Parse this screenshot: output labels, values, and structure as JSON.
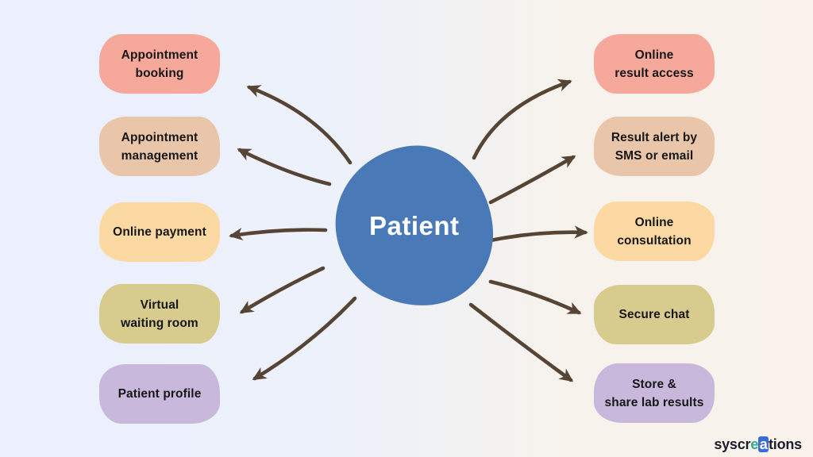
{
  "background": {
    "left_color": "#EBF0FC",
    "right_color": "#F9F3EC"
  },
  "center": {
    "label": "Patient",
    "color": "#4A79B8",
    "text_color": "#FFFFFF"
  },
  "arrows": {
    "color": "#564434"
  },
  "left_items": [
    {
      "label": "Appointment\nbooking",
      "color": "#F6A89B"
    },
    {
      "label": "Appointment\nmanagement",
      "color": "#E9C6AA"
    },
    {
      "label": "Online payment",
      "color": "#FCD8A2"
    },
    {
      "label": "Virtual\nwaiting room",
      "color": "#D7CB8D"
    },
    {
      "label": "Patient profile",
      "color": "#C7B8DC"
    }
  ],
  "right_items": [
    {
      "label": "Online\nresult access",
      "color": "#F6A89B"
    },
    {
      "label": "Result alert by\nSMS or email",
      "color": "#E9C6AA"
    },
    {
      "label": "Online\nconsultation",
      "color": "#FCD8A2"
    },
    {
      "label": "Secure chat",
      "color": "#D7CB8D"
    },
    {
      "label": "Store &\nshare lab results",
      "color": "#C7B8DC"
    }
  ],
  "logo": {
    "prefix": "syscr",
    "e": "e",
    "a": "a",
    "suffix": "tions",
    "e_color": "#2EA98C",
    "a_bg": "#3A6BD8",
    "text_color": "#1D1D2B"
  }
}
